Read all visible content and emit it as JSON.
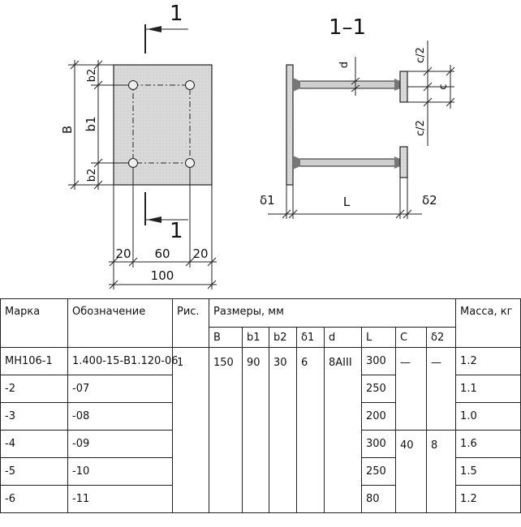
{
  "drawing": {
    "section_mark": "1",
    "section_title": "1–1",
    "plan_dims": {
      "B": "B",
      "b1": "b1",
      "b2_top": "b2",
      "b2_bottom": "b2",
      "d20_left": "20",
      "d60": "60",
      "d20_right": "20",
      "d100": "100"
    },
    "section_dims": {
      "d": "d",
      "c_half_top": "c/2",
      "c": "c",
      "c_half_bottom": "c/2",
      "delta1": "δ1",
      "L": "L",
      "delta2": "δ2"
    }
  },
  "table": {
    "headers": {
      "mark": "Марка",
      "designation": "Обозначение",
      "fig": "Рис.",
      "sizes": "Размеры, мм",
      "mass": "Масса, кг",
      "sub": [
        "B",
        "b1",
        "b2",
        "δ1",
        "d",
        "L",
        "C",
        "δ2"
      ]
    },
    "rows": [
      {
        "mark": "МН106-1",
        "designation": "1.400-15-В1.120-06",
        "L": "300",
        "mass": "1.2"
      },
      {
        "mark": "-2",
        "designation": "-07",
        "L": "250",
        "mass": "1.1"
      },
      {
        "mark": "-3",
        "designation": "-08",
        "L": "200",
        "mass": "1.0"
      },
      {
        "mark": "-4",
        "designation": "-09",
        "L": "300",
        "mass": "1.6"
      },
      {
        "mark": "-5",
        "designation": "-10",
        "L": "250",
        "mass": "1.5"
      },
      {
        "mark": "-6",
        "designation": "-11",
        "L": "80",
        "mass": "1.2"
      }
    ],
    "group1": {
      "fig": "1",
      "B": "150",
      "b1": "90",
      "b2": "30",
      "delta1": "6",
      "d": "8АIII",
      "C": "—",
      "delta2": "—"
    },
    "group2": {
      "C": "40",
      "delta2": "8"
    }
  }
}
